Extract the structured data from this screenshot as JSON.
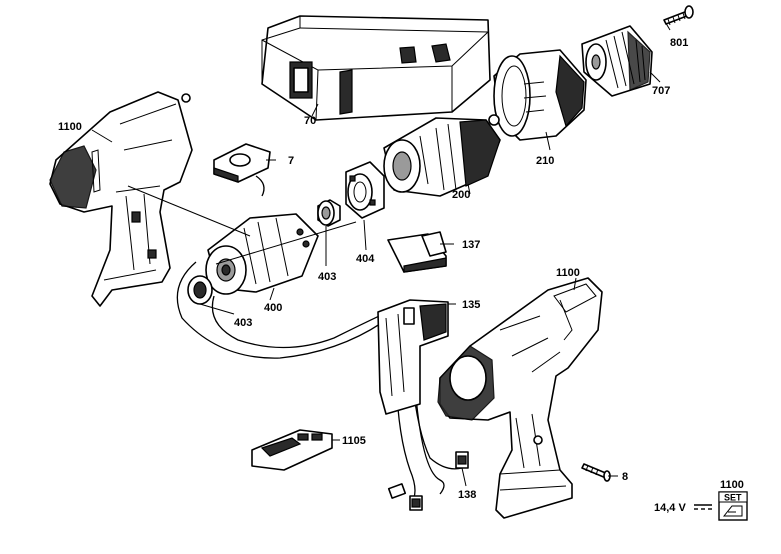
{
  "labels": {
    "p801": "801",
    "p707": "707",
    "p70": "70",
    "p210": "210",
    "p1100_top": "1100",
    "p7": "7",
    "p200": "200",
    "p137": "137",
    "p404": "404",
    "p403_a": "403",
    "p400": "400",
    "p403_b": "403",
    "p1100_right": "1100",
    "p135": "135",
    "p1105": "1105",
    "p8": "8",
    "p138": "138",
    "p1100_set": "1100"
  },
  "legend": {
    "voltage": "14,4 V",
    "set_badge": "SET"
  }
}
